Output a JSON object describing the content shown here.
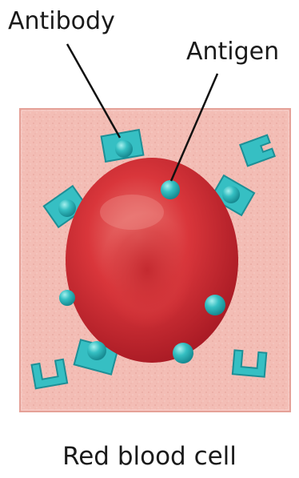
{
  "labels": {
    "antibody": "Antibody",
    "antigen": "Antigen",
    "caption": "Red blood cell"
  },
  "colors": {
    "background_square": "#f2b8b0",
    "square_border": "#e9a59c",
    "cell_dark": "#b8202a",
    "cell_mid": "#d9363b",
    "cell_light": "#ea6f6a",
    "antigen_teal": "#2ab3b8",
    "antigen_highlight": "#8fe6e6",
    "antibody_teal": "#33bcc0",
    "antibody_dark": "#1d8f96",
    "pointer_line": "#111111"
  }
}
